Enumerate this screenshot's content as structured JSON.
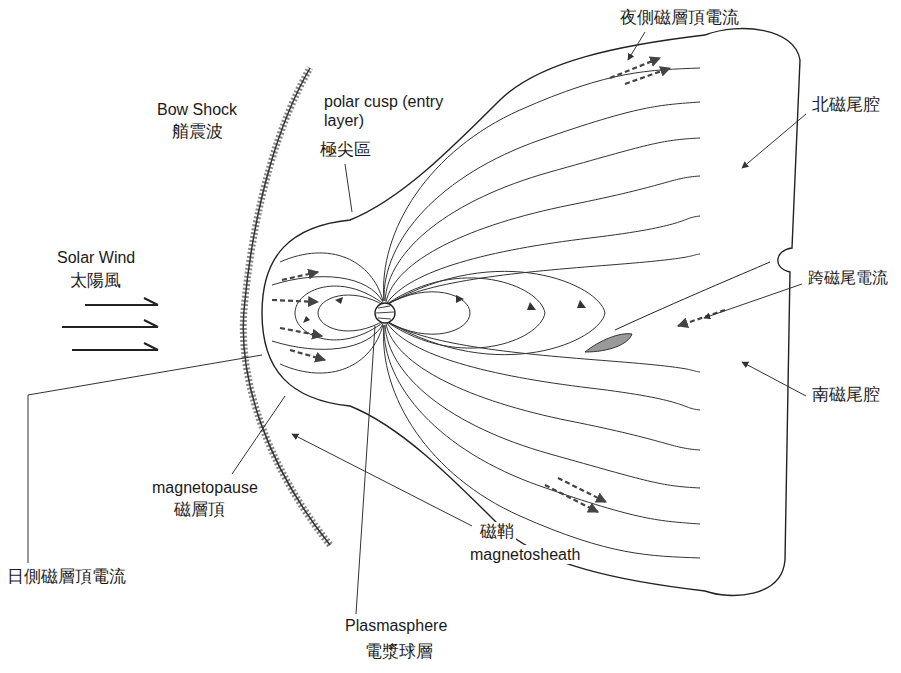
{
  "diagram": {
    "labels": [
      "夜側磁層頂電流",
      "Bow Shock",
      "艏震波",
      "polar cusp (entry layer)",
      "極尖區",
      "北磁尾腔",
      "Solar Wind",
      "太陽風",
      "跨磁尾電流",
      "南磁尾腔",
      "magnetopause",
      "磁層頂",
      "磁鞘",
      "magnetosheath",
      "日側磁層頂電流",
      "Plasmasphere",
      "電漿球層"
    ]
  }
}
